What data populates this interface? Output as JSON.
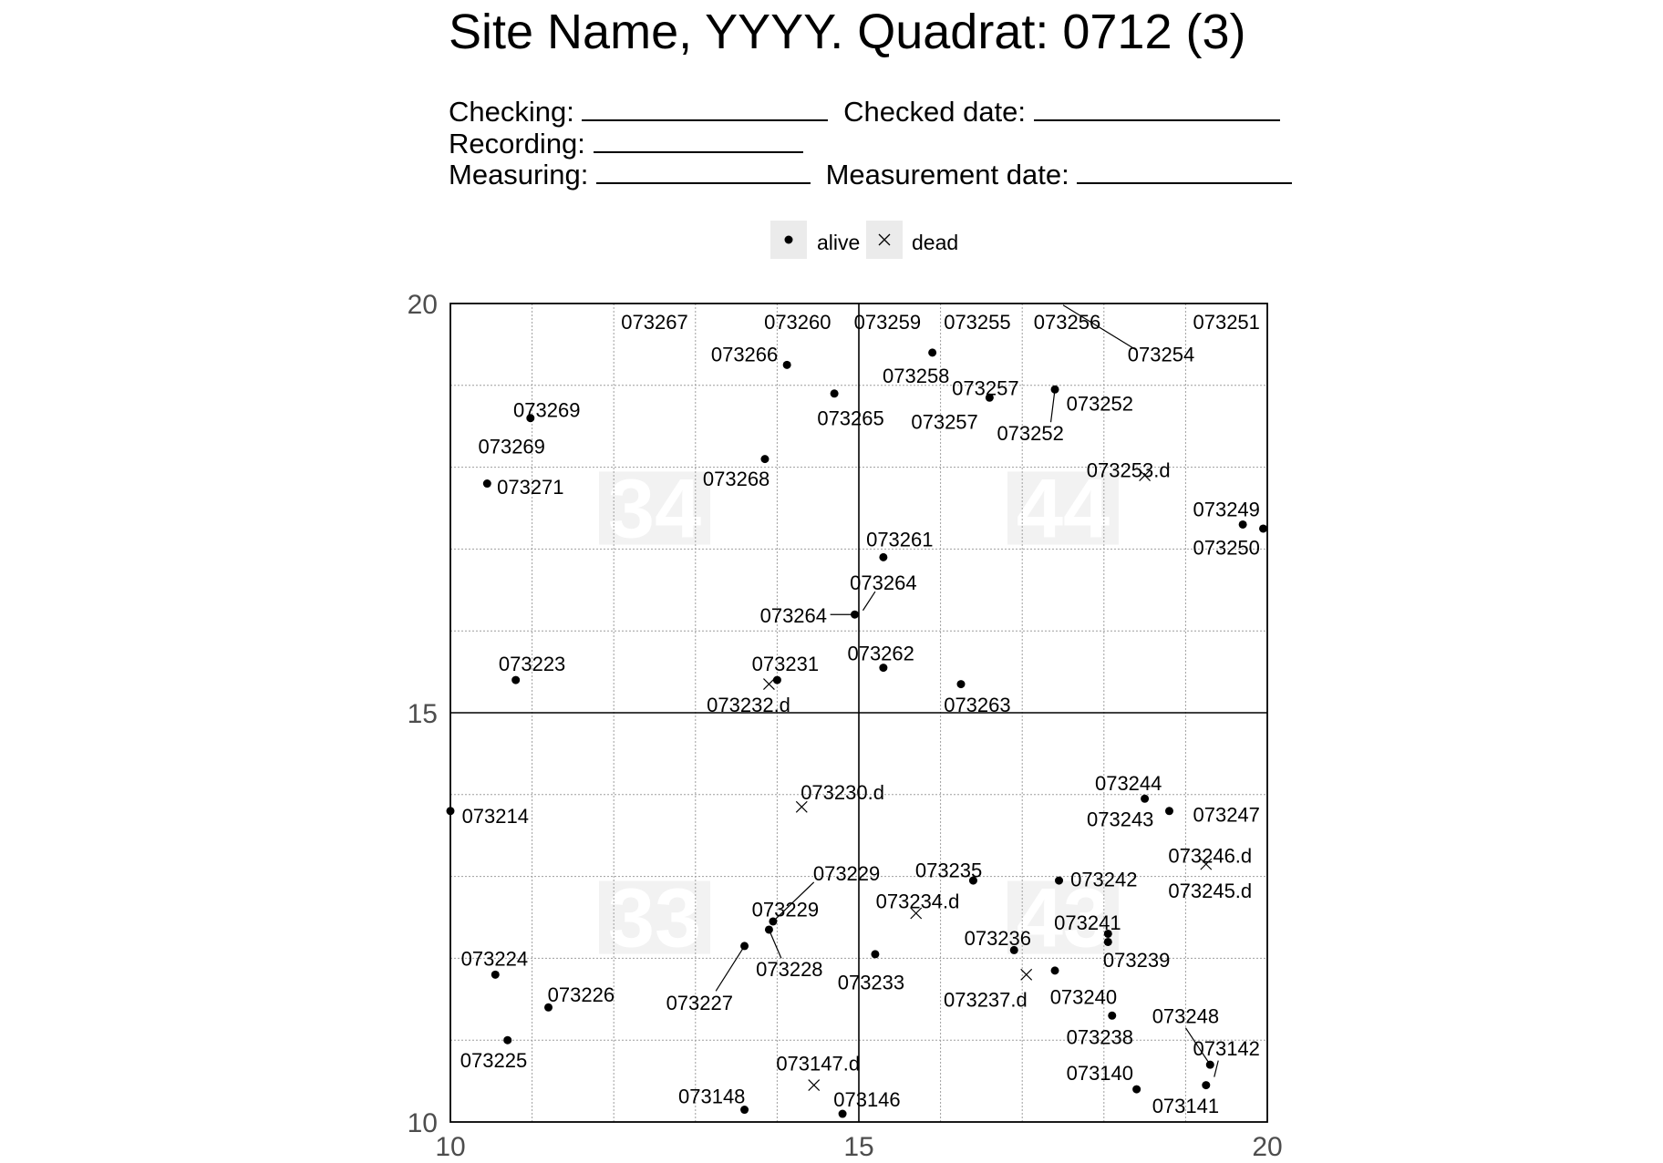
{
  "title": "Site Name, YYYY. Quadrat: 0712 (3)",
  "form": {
    "checking": "Checking:",
    "checked_date": "Checked date:",
    "recording": "Recording:",
    "measuring": "Measuring:",
    "measurement_date": "Measurement date:"
  },
  "legend": {
    "alive": "alive",
    "dead": "dead"
  },
  "colors": {
    "points": "#000000",
    "grid": "#9e9e9e",
    "subquadrat_label": "#ebebeb"
  },
  "chart_data": {
    "type": "scatter",
    "title": "Site Name, YYYY. Quadrat: 0712 (3)",
    "xlabel": "",
    "ylabel": "",
    "xlim": [
      10,
      20
    ],
    "ylim": [
      10,
      20
    ],
    "xticks": [
      "10",
      "15",
      "20"
    ],
    "yticks": [
      "10",
      "15",
      "20"
    ],
    "grid": true,
    "legend_position": "top",
    "subquadrats": [
      {
        "label": "34",
        "x": 12.5,
        "y": 17.5
      },
      {
        "label": "44",
        "x": 17.5,
        "y": 17.5
      },
      {
        "label": "33",
        "x": 12.5,
        "y": 12.5
      },
      {
        "label": "43",
        "x": 17.5,
        "y": 12.5
      }
    ],
    "series": [
      {
        "name": "alive",
        "marker": "dot",
        "points": [
          {
            "tag": "073271",
            "x": 10.45,
            "y": 17.8
          },
          {
            "tag": "073269",
            "x": 10.98,
            "y": 18.6
          },
          {
            "tag": "073266",
            "x": 14.12,
            "y": 19.25
          },
          {
            "tag": "073265",
            "x": 14.7,
            "y": 18.9
          },
          {
            "tag": "073268",
            "x": 13.85,
            "y": 18.1
          },
          {
            "tag": "073258",
            "x": 15.9,
            "y": 19.4
          },
          {
            "tag": "073257",
            "x": 16.6,
            "y": 18.85
          },
          {
            "tag": "073252",
            "x": 17.4,
            "y": 18.95
          },
          {
            "tag": "073261",
            "x": 15.3,
            "y": 16.9
          },
          {
            "tag": "073264",
            "x": 14.95,
            "y": 16.2
          },
          {
            "tag": "073249",
            "x": 19.7,
            "y": 17.3
          },
          {
            "tag": "073250",
            "x": 19.95,
            "y": 17.25
          },
          {
            "tag": "073223",
            "x": 10.8,
            "y": 15.4
          },
          {
            "tag": "073231",
            "x": 14.0,
            "y": 15.4
          },
          {
            "tag": "073262",
            "x": 15.3,
            "y": 15.55
          },
          {
            "tag": "073263",
            "x": 16.25,
            "y": 15.35
          },
          {
            "tag": "073214",
            "x": 10.0,
            "y": 13.8
          },
          {
            "tag": "073244",
            "x": 18.5,
            "y": 13.95
          },
          {
            "tag": "073243",
            "x": 18.8,
            "y": 13.8
          },
          {
            "tag": "073235",
            "x": 16.4,
            "y": 12.95
          },
          {
            "tag": "073242",
            "x": 17.45,
            "y": 12.95
          },
          {
            "tag": "073229",
            "x": 13.95,
            "y": 12.45
          },
          {
            "tag": "073228",
            "x": 13.9,
            "y": 12.35
          },
          {
            "tag": "073227",
            "x": 13.6,
            "y": 12.15
          },
          {
            "tag": "073241",
            "x": 18.05,
            "y": 12.3
          },
          {
            "tag": "073239",
            "x": 18.05,
            "y": 12.2
          },
          {
            "tag": "073236",
            "x": 16.9,
            "y": 12.1
          },
          {
            "tag": "073233",
            "x": 15.2,
            "y": 12.05
          },
          {
            "tag": "073240",
            "x": 17.4,
            "y": 11.85
          },
          {
            "tag": "073224",
            "x": 10.55,
            "y": 11.8
          },
          {
            "tag": "073226",
            "x": 11.2,
            "y": 11.4
          },
          {
            "tag": "073238",
            "x": 18.1,
            "y": 11.3
          },
          {
            "tag": "073225",
            "x": 10.7,
            "y": 11.0
          },
          {
            "tag": "073148",
            "x": 13.6,
            "y": 10.15
          },
          {
            "tag": "073146",
            "x": 14.8,
            "y": 10.1
          },
          {
            "tag": "073140",
            "x": 18.4,
            "y": 10.4
          },
          {
            "tag": "073142",
            "x": 19.3,
            "y": 10.7
          },
          {
            "tag": "073141",
            "x": 19.25,
            "y": 10.45
          }
        ]
      },
      {
        "name": "dead",
        "marker": "x",
        "points": [
          {
            "tag": "073253.d",
            "x": 18.5,
            "y": 17.9
          },
          {
            "tag": "073232.d",
            "x": 13.9,
            "y": 15.35
          },
          {
            "tag": "073230.d",
            "x": 14.3,
            "y": 13.85
          },
          {
            "tag": "073246.d",
            "x": 19.25,
            "y": 13.15
          },
          {
            "tag": "073234.d",
            "x": 15.7,
            "y": 12.55
          },
          {
            "tag": "073237.d",
            "x": 17.05,
            "y": 11.8
          },
          {
            "tag": "073147.d",
            "x": 14.45,
            "y": 10.45
          }
        ]
      }
    ],
    "labels": [
      {
        "text": "073267",
        "x": 12.5,
        "y": 19.78
      },
      {
        "text": "073260",
        "x": 14.25,
        "y": 19.78
      },
      {
        "text": "073259",
        "x": 15.35,
        "y": 19.78
      },
      {
        "text": "073255",
        "x": 16.45,
        "y": 19.78
      },
      {
        "text": "073256",
        "x": 17.55,
        "y": 19.78
      },
      {
        "text": "073251",
        "x": 19.5,
        "y": 19.78
      },
      {
        "text": "073254",
        "x": 18.7,
        "y": 19.38
      },
      {
        "text": "073266",
        "x": 13.6,
        "y": 19.38
      },
      {
        "text": "073258",
        "x": 15.7,
        "y": 19.12
      },
      {
        "text": "073257",
        "x": 16.55,
        "y": 18.97
      },
      {
        "text": "073252",
        "x": 17.95,
        "y": 18.78
      },
      {
        "text": "073269",
        "x": 11.18,
        "y": 18.7
      },
      {
        "text": "073265",
        "x": 14.9,
        "y": 18.6
      },
      {
        "text": "073257",
        "x": 16.05,
        "y": 18.56
      },
      {
        "text": "073269",
        "x": 10.75,
        "y": 18.26
      },
      {
        "text": "073252",
        "x": 17.1,
        "y": 18.42
      },
      {
        "text": "073253.d",
        "x": 18.3,
        "y": 17.97
      },
      {
        "text": "073271",
        "x": 10.98,
        "y": 17.76
      },
      {
        "text": "073268",
        "x": 13.5,
        "y": 17.86
      },
      {
        "text": "073249",
        "x": 19.5,
        "y": 17.49
      },
      {
        "text": "073250",
        "x": 19.5,
        "y": 17.02
      },
      {
        "text": "073261",
        "x": 15.5,
        "y": 17.12
      },
      {
        "text": "073264",
        "x": 15.3,
        "y": 16.59
      },
      {
        "text": "073264",
        "x": 14.2,
        "y": 16.19
      },
      {
        "text": "073223",
        "x": 11.0,
        "y": 15.6
      },
      {
        "text": "073231",
        "x": 14.1,
        "y": 15.6
      },
      {
        "text": "073262",
        "x": 15.27,
        "y": 15.73
      },
      {
        "text": "073232.d",
        "x": 13.65,
        "y": 15.1
      },
      {
        "text": "073263",
        "x": 16.45,
        "y": 15.1
      },
      {
        "text": "073244",
        "x": 18.3,
        "y": 14.14
      },
      {
        "text": "073230.d",
        "x": 14.8,
        "y": 14.03
      },
      {
        "text": "073214",
        "x": 10.55,
        "y": 13.74
      },
      {
        "text": "073243",
        "x": 18.2,
        "y": 13.7
      },
      {
        "text": "073247",
        "x": 19.5,
        "y": 13.76
      },
      {
        "text": "073246.d",
        "x": 19.3,
        "y": 13.26
      },
      {
        "text": "073229",
        "x": 14.85,
        "y": 13.04
      },
      {
        "text": "073235",
        "x": 16.1,
        "y": 13.08
      },
      {
        "text": "073242",
        "x": 18.0,
        "y": 12.97
      },
      {
        "text": "073245.d",
        "x": 19.3,
        "y": 12.83
      },
      {
        "text": "073229",
        "x": 14.1,
        "y": 12.6
      },
      {
        "text": "073234.d",
        "x": 15.72,
        "y": 12.7
      },
      {
        "text": "073241",
        "x": 17.8,
        "y": 12.44
      },
      {
        "text": "073236",
        "x": 16.7,
        "y": 12.25
      },
      {
        "text": "073224",
        "x": 10.54,
        "y": 12.0
      },
      {
        "text": "073239",
        "x": 18.4,
        "y": 11.98
      },
      {
        "text": "073228",
        "x": 14.15,
        "y": 11.87
      },
      {
        "text": "073233",
        "x": 15.15,
        "y": 11.71
      },
      {
        "text": "073226",
        "x": 11.6,
        "y": 11.56
      },
      {
        "text": "073227",
        "x": 13.05,
        "y": 11.46
      },
      {
        "text": "073237.d",
        "x": 16.55,
        "y": 11.5
      },
      {
        "text": "073240",
        "x": 17.75,
        "y": 11.53
      },
      {
        "text": "073248",
        "x": 19.0,
        "y": 11.3
      },
      {
        "text": "073238",
        "x": 17.95,
        "y": 11.04
      },
      {
        "text": "073142",
        "x": 19.5,
        "y": 10.9
      },
      {
        "text": "073225",
        "x": 10.53,
        "y": 10.76
      },
      {
        "text": "073147.d",
        "x": 14.5,
        "y": 10.72
      },
      {
        "text": "073140",
        "x": 17.95,
        "y": 10.6
      },
      {
        "text": "073148",
        "x": 13.2,
        "y": 10.32
      },
      {
        "text": "073146",
        "x": 15.1,
        "y": 10.28
      },
      {
        "text": "073141",
        "x": 19.0,
        "y": 10.2
      }
    ]
  }
}
